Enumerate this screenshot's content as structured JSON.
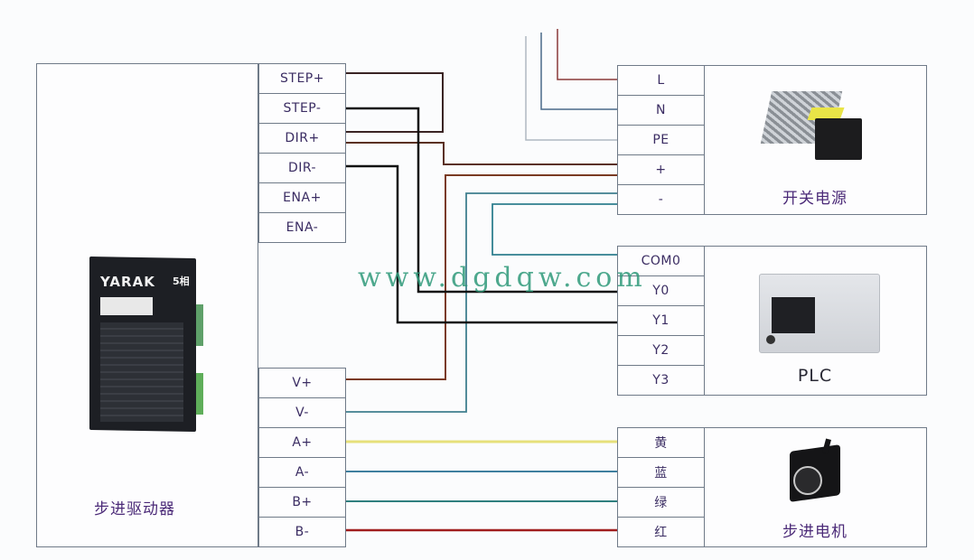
{
  "driver": {
    "label": "步进驱动器",
    "brand": "YARAK",
    "brand_badge": "5相",
    "terminals_top": [
      "STEP+",
      "STEP-",
      "DIR+",
      "DIR-",
      "ENA+",
      "ENA-"
    ],
    "terminals_bottom": [
      "V+",
      "V-",
      "A+",
      "A-",
      "B+",
      "B-"
    ]
  },
  "power_supply": {
    "label": "开关电源",
    "terminals": [
      "L",
      "N",
      "PE",
      "+",
      "-"
    ]
  },
  "plc": {
    "label": "PLC",
    "terminals": [
      "COM0",
      "Y0",
      "Y1",
      "Y2",
      "Y3"
    ]
  },
  "motor": {
    "label": "步进电机",
    "terminals": [
      "黄",
      "蓝",
      "绿",
      "红"
    ]
  },
  "watermark": "www.dgdqw.com",
  "wire_colors": {
    "step_plus": "#4a2a2a",
    "dir_plus": "#6a3a22",
    "step_minus": "#111111",
    "dir_minus": "#111111",
    "power_plus": "#7a3a22",
    "power_minus_v": "#3f7f8f",
    "power_minus_com": "#2f7f8f",
    "L": "#8a3a3a",
    "N": "#4a6a8a",
    "PE": "#9aa4b0",
    "yellow": "#e6e07a",
    "blue": "#3f7f9f",
    "green": "#2f7f7f",
    "red": "#a01e1e"
  }
}
